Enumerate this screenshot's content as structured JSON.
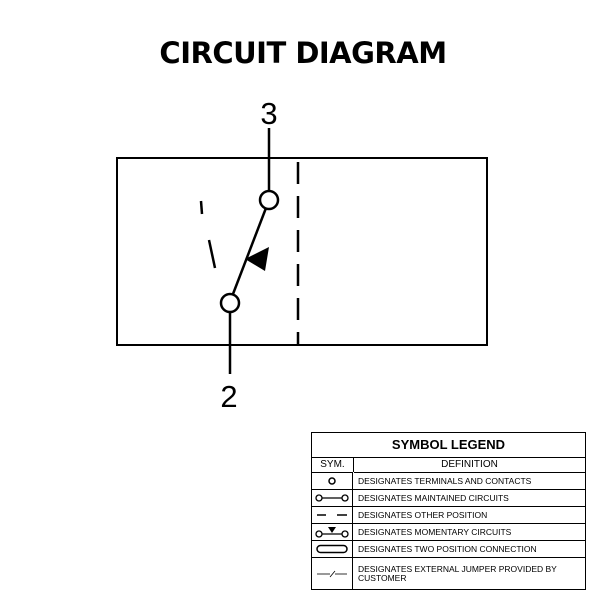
{
  "title": "CIRCUIT DIAGRAM",
  "terminals": {
    "top": "3",
    "bottom": "2"
  },
  "legend": {
    "title": "SYMBOL LEGEND",
    "col_symbol": "SYM.",
    "col_definition": "DEFINITION",
    "rows": [
      {
        "icon": "terminal-contact-icon",
        "definition": "DESIGNATES TERMINALS AND CONTACTS"
      },
      {
        "icon": "maintained-circuit-icon",
        "definition": "DESIGNATES MAINTAINED CIRCUITS"
      },
      {
        "icon": "other-position-icon",
        "definition": "DESIGNATES OTHER POSITION"
      },
      {
        "icon": "momentary-circuit-icon",
        "definition": "DESIGNATES MOMENTARY CIRCUITS"
      },
      {
        "icon": "two-position-connection-icon",
        "definition": "DESIGNATES TWO POSITION CONNECTION"
      },
      {
        "icon": "external-jumper-icon",
        "definition": "DESIGNATES EXTERNAL JUMPER PROVIDED BY CUSTOMER"
      }
    ]
  }
}
